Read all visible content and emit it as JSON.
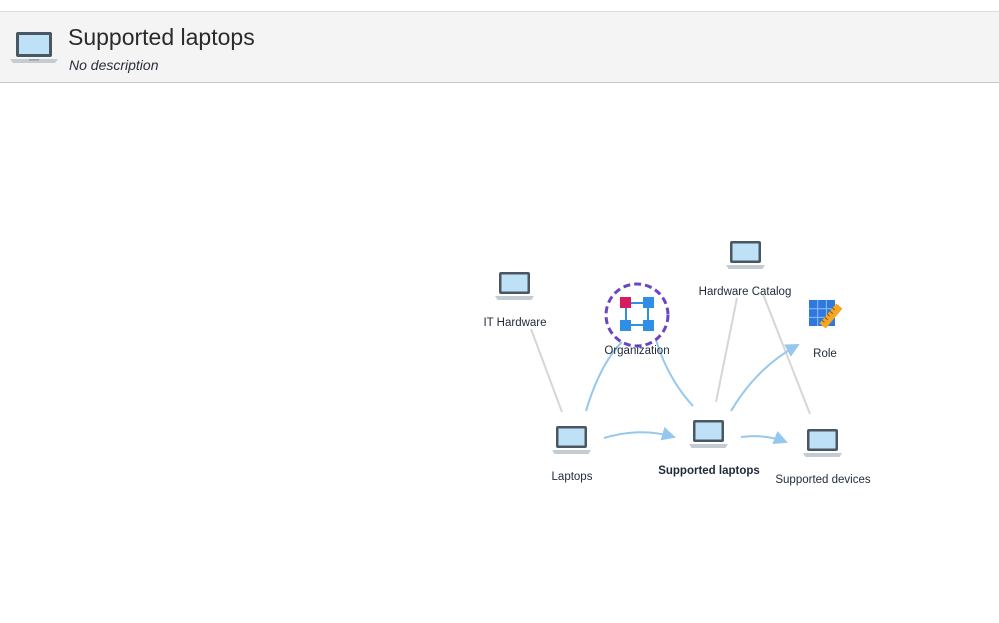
{
  "header": {
    "title": "Supported laptops",
    "description": "No description",
    "icon": "laptop-icon"
  },
  "graph": {
    "nodes": [
      {
        "id": "it-hardware",
        "label": "IT Hardware",
        "icon": "laptop-icon"
      },
      {
        "id": "organization",
        "label": "Organization",
        "icon": "organization-icon"
      },
      {
        "id": "hardware-catalog",
        "label": "Hardware Catalog",
        "icon": "laptop-icon"
      },
      {
        "id": "role",
        "label": "Role",
        "icon": "role-icon"
      },
      {
        "id": "laptops",
        "label": "Laptops",
        "icon": "laptop-icon"
      },
      {
        "id": "supported-laptops",
        "label": "Supported laptops",
        "icon": "laptop-icon",
        "current": true
      },
      {
        "id": "supported-devices",
        "label": "Supported devices",
        "icon": "laptop-icon"
      }
    ],
    "colors": {
      "hierarchy_edge": "#d6d6d6",
      "relation_edge": "#96c8ee",
      "organization_ring": "#6a45c4",
      "organization_red": "#d81b60",
      "organization_blue": "#2f8fe6"
    }
  }
}
